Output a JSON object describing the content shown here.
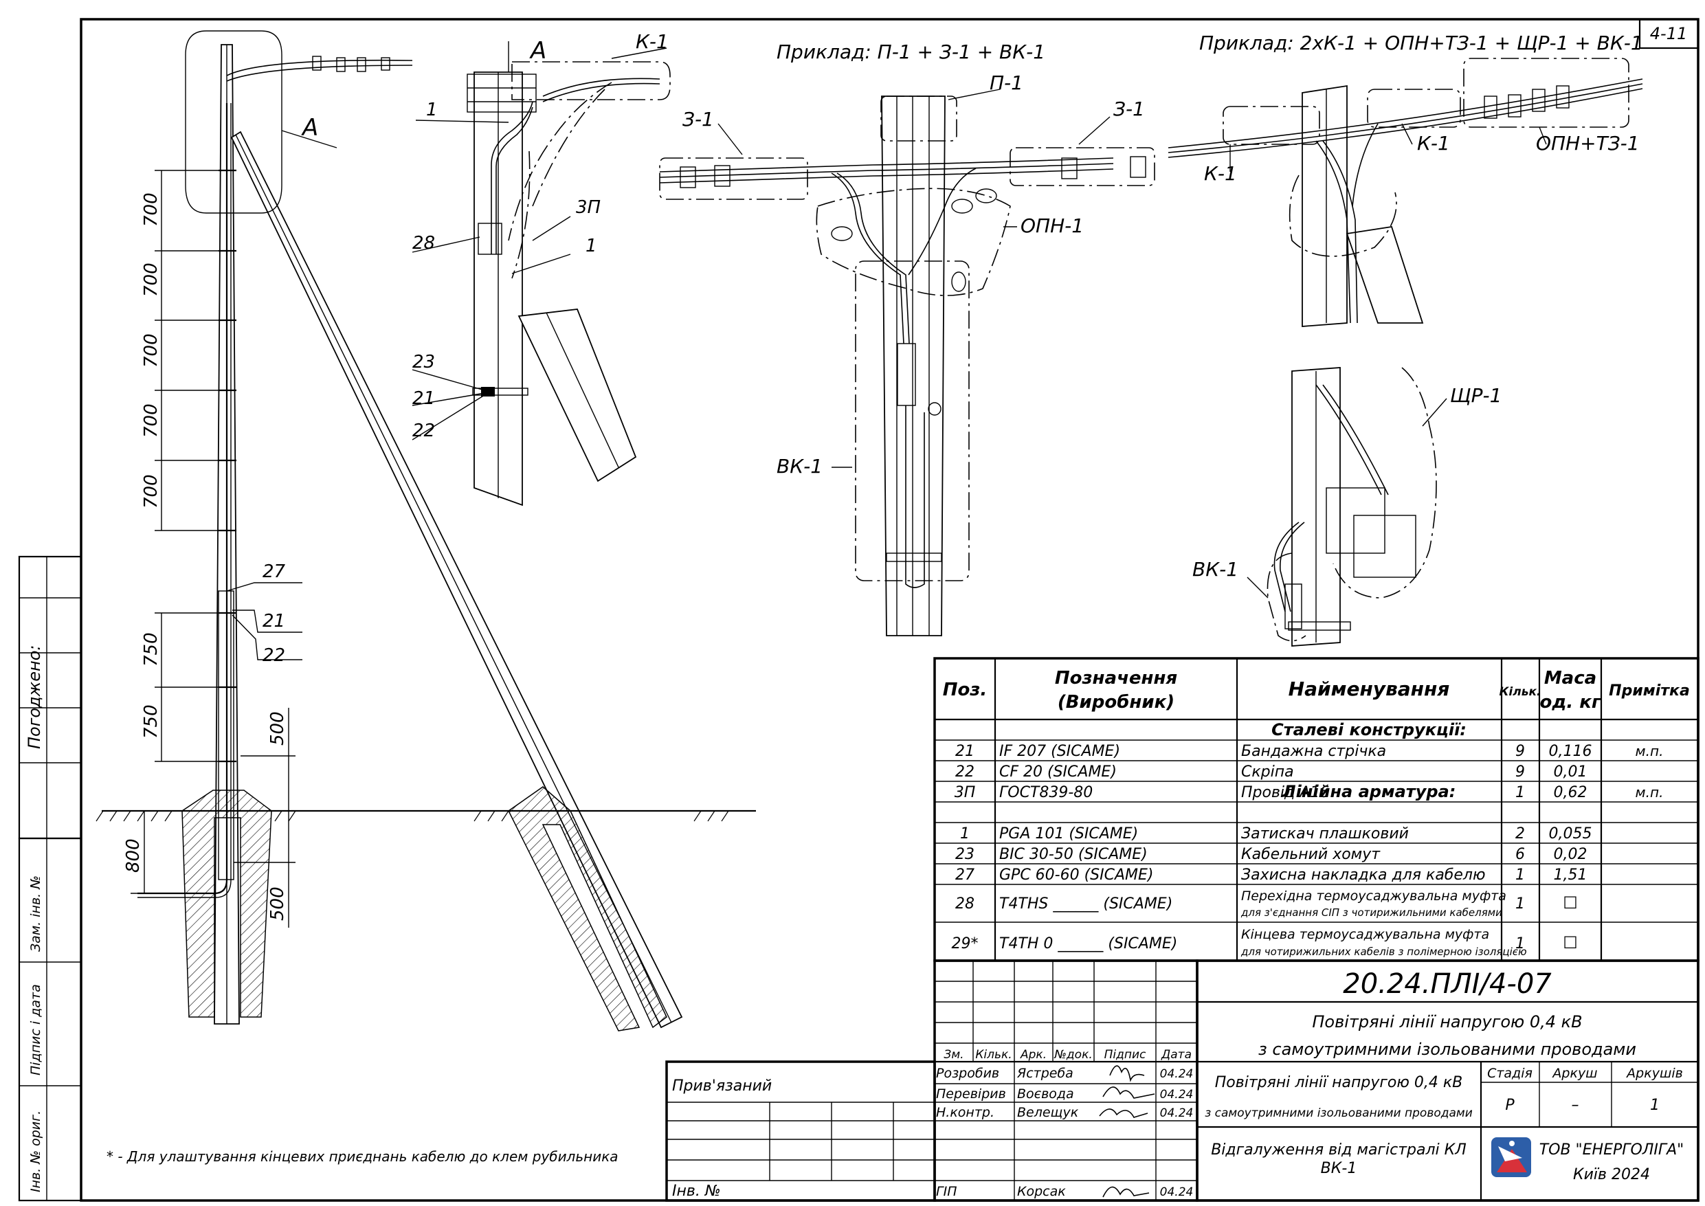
{
  "sheet_code": "4-11",
  "agreed_label": "Погоджено:",
  "side_stamp": [
    "Зам. інв. №",
    "Підпис і дата",
    "Інв. № ориг."
  ],
  "examples": {
    "ex1": "Приклад: П-1 + З-1 + ВК-1",
    "ex2": "Приклад: 2хК-1 + ОПН+ТЗ-1 + ЩР-1 + ВК-1"
  },
  "callouts": {
    "view_a": "А",
    "k1": "К-1",
    "p1": "П-1",
    "z1": "З-1",
    "opn1": "ОПН-1",
    "vk1": "ВК-1",
    "opn_tz1": "ОПН+ТЗ-1",
    "shr1": "ЩР-1",
    "pos1": "1",
    "pos28": "28",
    "pos3p": "3П",
    "pos23": "23",
    "pos21": "21",
    "pos22": "22",
    "pos27": "27"
  },
  "dimensions": {
    "upper": [
      "700",
      "700",
      "700",
      "700",
      "700"
    ],
    "lower": [
      "750",
      "750"
    ],
    "d500a": "500",
    "d500b": "500",
    "d800": "800"
  },
  "spec_table": {
    "headers": [
      "Поз.",
      "Позначення",
      "(Виробник)",
      "Найменування",
      "Кільк.",
      "Маса",
      "од. кг",
      "Примітка"
    ],
    "section1": "Сталеві конструкції:",
    "section2": "Лінійна арматура:",
    "rows": [
      {
        "pos": "21",
        "code": "IF 207  (SICAME)",
        "name": "Бандажна стрічка",
        "qty": "9",
        "mass": "0,116",
        "note": "м.п."
      },
      {
        "pos": "22",
        "code": "CF 20  (SICAME)",
        "name": "Скріпа",
        "qty": "9",
        "mass": "0,01",
        "note": ""
      },
      {
        "pos": "3П",
        "code": "ГОСТ839-80",
        "name": "Провід А16",
        "qty": "1",
        "mass": "0,62",
        "note": "м.п."
      },
      {
        "pos": "1",
        "code": "PGA 101  (SICAME)",
        "name": "Затискач плашковий",
        "qty": "2",
        "mass": "0,055",
        "note": ""
      },
      {
        "pos": "23",
        "code": "BIC 30-50  (SICAME)",
        "name": "Кабельний хомут",
        "qty": "6",
        "mass": "0,02",
        "note": ""
      },
      {
        "pos": "27",
        "code": "GPC 60-60  (SICAME)",
        "name": "Захисна накладка для кабелю",
        "qty": "1",
        "mass": "1,51",
        "note": ""
      },
      {
        "pos": "28",
        "code": "T4THS ______  (SICAME)",
        "name1": "Перехідна термоусаджувальна муфта",
        "name2": "для з'єднання СІП з чотирижильними кабелями",
        "qty": "1",
        "mass": "☐",
        "note": ""
      },
      {
        "pos": "29*",
        "code": "T4TH 0 ______  (SICAME)",
        "name1": "Кінцева термоусаджувальна муфта",
        "name2": "для чотирижильних кабелів з полімерною ізоляцією",
        "qty": "1",
        "mass": "☐",
        "note": ""
      }
    ]
  },
  "title_block": {
    "doc_number": "20.24.ПЛІ/4-07",
    "title_line1": "Повітряні лінії напругою 0,4 кВ",
    "title_line2": "з самоутримними ізольованими проводами",
    "rev_headers": [
      "Зм.",
      "Кільк.",
      "Арк.",
      "№док.",
      "Підпис",
      "Дата"
    ],
    "people": [
      {
        "role": "Розробив",
        "name": "Ястреба",
        "date": "04.24"
      },
      {
        "role": "Перевірив",
        "name": "Воєвода",
        "date": "04.24"
      },
      {
        "role": "Н.контр.",
        "name": "Велещук",
        "date": "04.24"
      },
      {
        "role": "ГІП",
        "name": "Корсак",
        "date": "04.24"
      }
    ],
    "object_line1": "Повітряні лінії напругою 0,4 кВ",
    "object_line2": "з самоутримними ізольованими проводами",
    "stage_headers": [
      "Стадія",
      "Аркуш",
      "Аркушів"
    ],
    "stage_values": [
      "Р",
      "–",
      "1"
    ],
    "sheet_title_line1": "Відгалуження від магістралі КЛ",
    "sheet_title_line2": "ВК-1",
    "company_line1": "ТОВ \"ЕНЕРГОЛІГА\"",
    "company_line2": "Київ 2024",
    "linked": "Прив'язаний",
    "inv_no": "Інв. №"
  },
  "footnote": "* - Для улаштування кінцевих приєднань кабелю до клем рубильника",
  "colors": {
    "logo_blue": "#2d5ea8",
    "logo_red": "#d8313a"
  }
}
